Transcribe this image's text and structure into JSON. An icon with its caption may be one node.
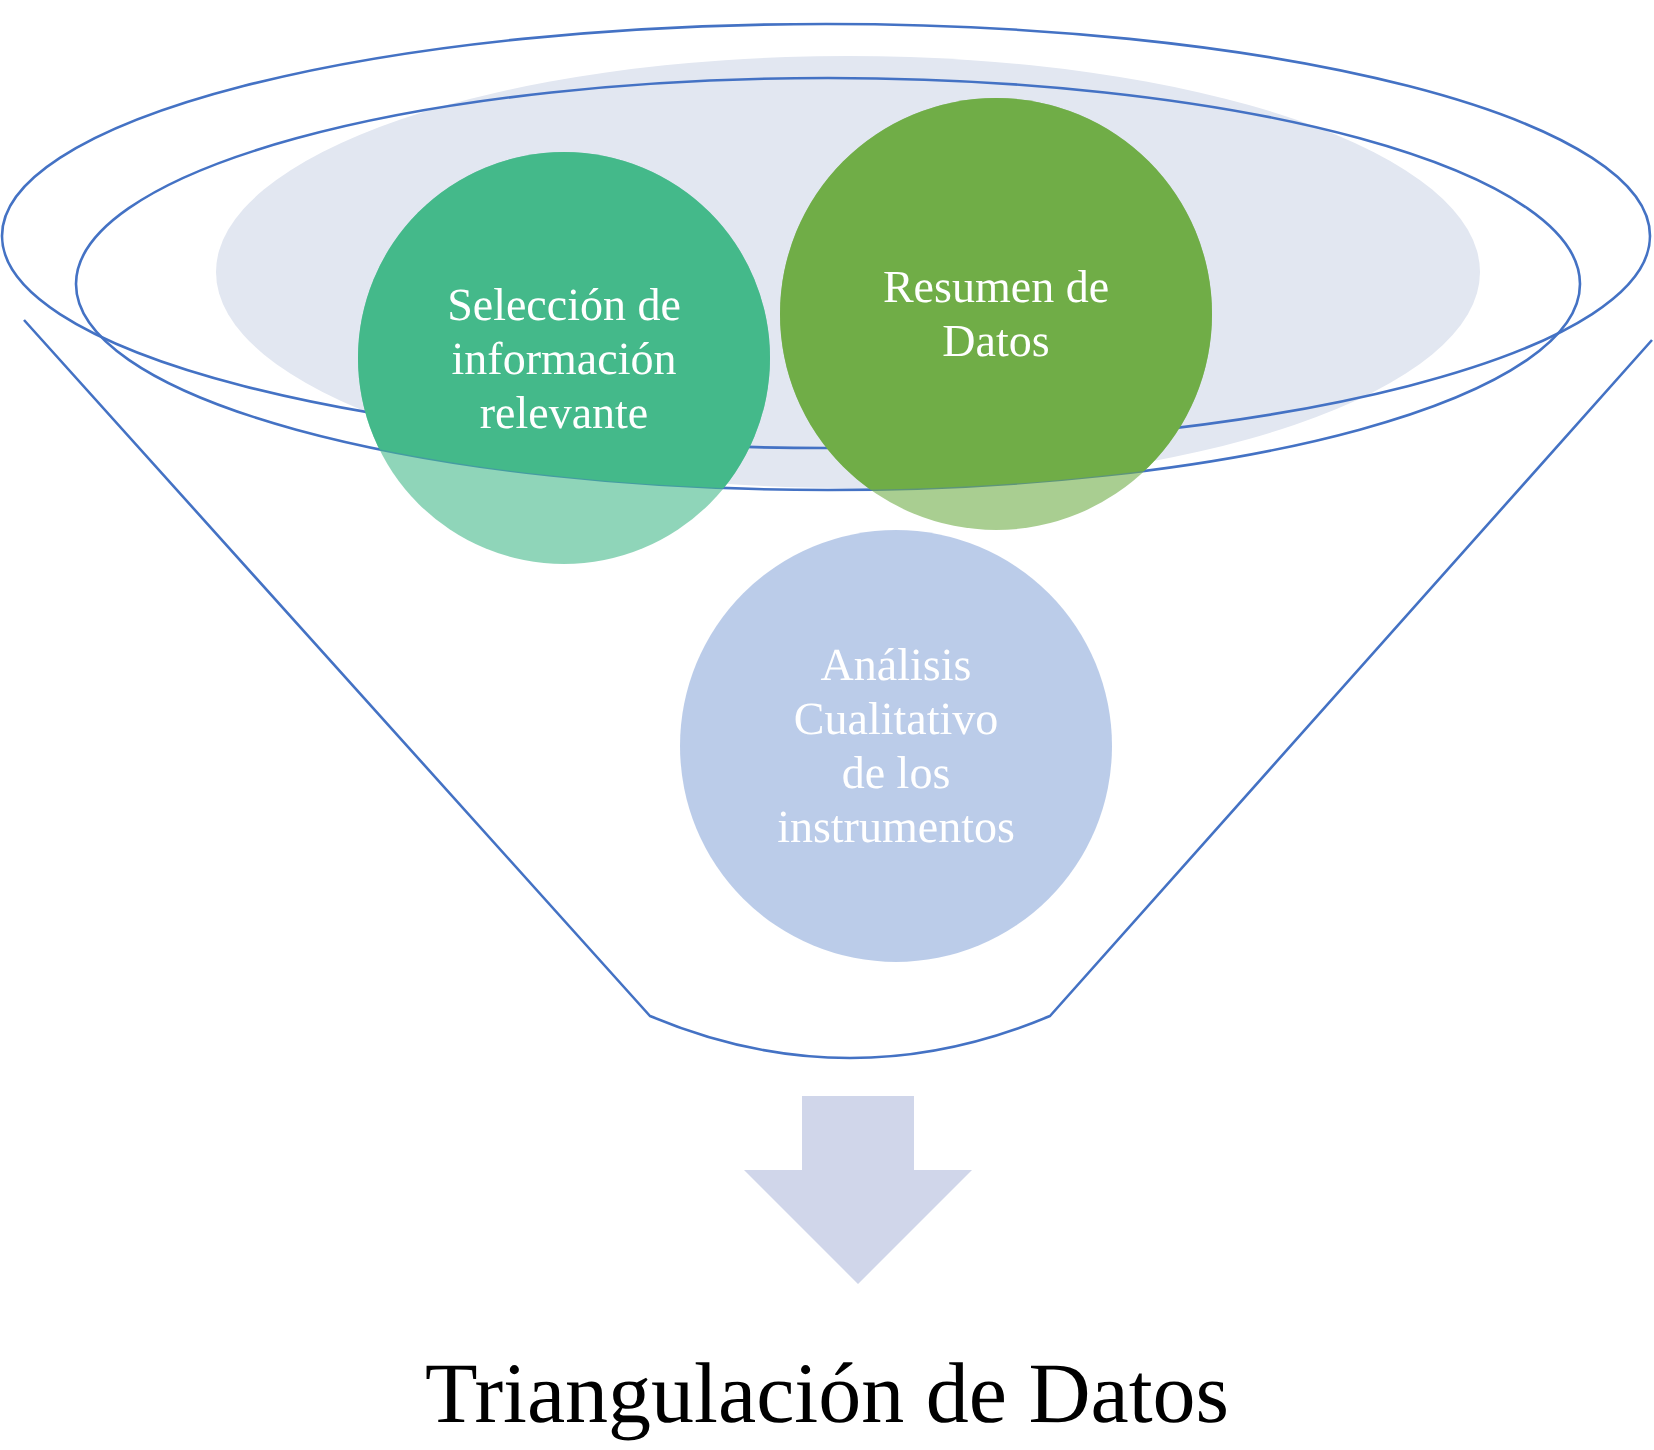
{
  "diagram": {
    "nodes": [
      {
        "text": [],
        "shape": "funnel"
      },
      {
        "text": [
          "Selección de información relevante"
        ],
        "in": 0
      },
      {
        "text": [
          "Resumen de Datos"
        ],
        "in": 0
      },
      {
        "text": [
          "Análisis Cualitativo de los instrumentos"
        ],
        "in": 0
      },
      {
        "text": [
          "Triangulación de Datos"
        ]
      }
    ],
    "edges": [
      {
        "from": 0,
        "to": 4,
        "arrow": "to",
        "style": "thick"
      }
    ]
  }
}
